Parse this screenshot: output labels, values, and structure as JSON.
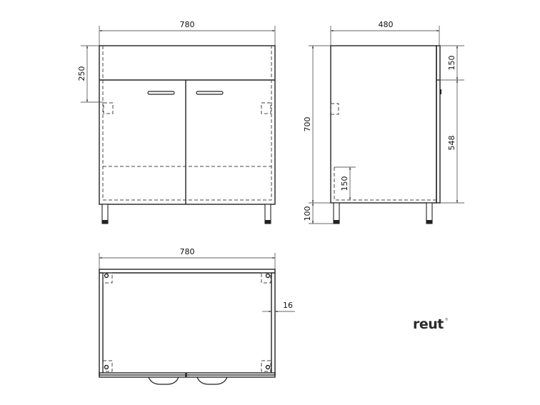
{
  "front_view": {
    "width_label": "780",
    "counter_height_label": "250"
  },
  "side_view": {
    "depth_label": "480",
    "height_label": "700",
    "leg_label": "100",
    "top_label": "150",
    "door_label": "548",
    "shelf_label": "150"
  },
  "top_view": {
    "width_label": "780",
    "panel_thickness_label": "16"
  },
  "logo": {
    "text": "reut",
    "mark": "®"
  }
}
